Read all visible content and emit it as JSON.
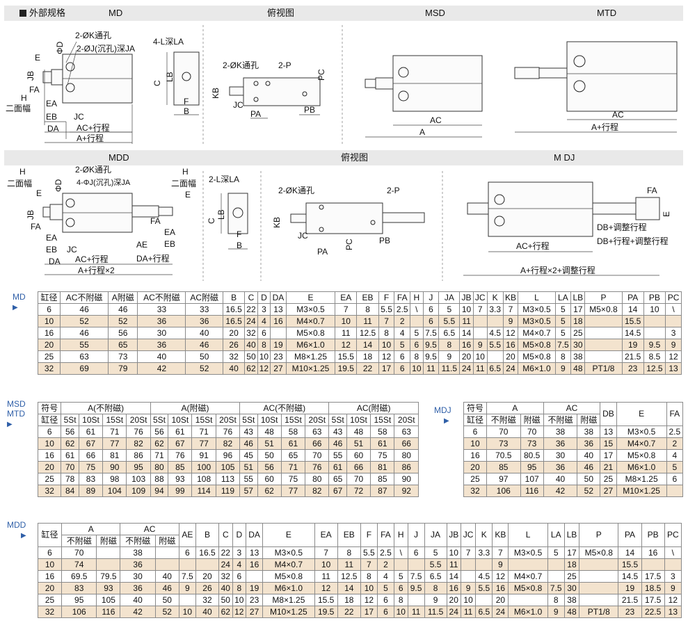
{
  "sections": {
    "top_title": "外部规格",
    "md": "MD",
    "top_view": "俯视图",
    "msd": "MSD",
    "mtd": "MTD",
    "mdd": "MDD",
    "mid_view": "俯视图",
    "mdj": "M DJ"
  },
  "labels": {
    "k_through": "2-ØK通孔",
    "j_counter": "2-ØJ(沉孔)深JA",
    "l_deep4": "4-L深LA",
    "two_p": "2-P",
    "mdd_counter": "4-ΦJ(沉孔)深JA",
    "l_deep2": "2-L深LA",
    "E": "E",
    "JB": "JB",
    "FA": "FA",
    "H": "H",
    "face_width": "二面幅",
    "EA": "EA",
    "EB": "EB",
    "DA": "DA",
    "JC": "JC",
    "PHI_D": "ΦD",
    "ac_stroke": "AC+行程",
    "a_stroke": "A+行程",
    "C": "C",
    "LB": "LB",
    "F": "F",
    "B": "B",
    "KB": "KB",
    "PC": "PC",
    "PA": "PA",
    "PB": "PB",
    "AC": "AC",
    "A": "A",
    "AE": "AE",
    "DA_stroke": "DA+行程",
    "a_stroke2": "A+行程×2",
    "DB_adj": "DB+调整行程",
    "DB_stroke_adj": "DB+行程+调整行程",
    "a_stroke2_adj": "A+行程×2+调整行程"
  },
  "side_labels": {
    "md": "MD",
    "msd": "MSD",
    "mtd": "MTD",
    "mdj": "MDJ",
    "mdd": "MDD",
    "tri": "▶"
  },
  "md_table": {
    "header": [
      "缸径",
      "AC不附磁",
      "A附磁",
      "AC不附磁",
      "AC附磁",
      "B",
      "C",
      "D",
      "DA",
      "E",
      "EA",
      "EB",
      "F",
      "FA",
      "H",
      "J",
      "JA",
      "JB",
      "JC",
      "K",
      "KB",
      "L",
      "LA",
      "LB",
      "P",
      "PA",
      "PB",
      "PC"
    ],
    "rows": [
      [
        "6",
        "46",
        "46",
        "33",
        "33",
        "16.5",
        "22",
        "3",
        "13",
        "M3×0.5",
        "7",
        "8",
        "5.5",
        "2.5",
        "\\",
        "6",
        "5",
        "10",
        "7",
        "3.3",
        "7",
        "M3×0.5",
        "5",
        "17",
        "M5×0.8",
        "14",
        "10",
        "\\"
      ],
      [
        "10",
        "52",
        "52",
        "36",
        "36",
        "16.5",
        "24",
        "4",
        "16",
        "M4×0.7",
        "10",
        "11",
        "7",
        "2",
        "",
        "6",
        "5.5",
        "11",
        "",
        "",
        "9",
        "M3×0.5",
        "5",
        "18",
        "",
        "15.5",
        "",
        ""
      ],
      [
        "16",
        "46",
        "56",
        "30",
        "40",
        "20",
        "32",
        "6",
        "",
        "M5×0.8",
        "11",
        "12.5",
        "8",
        "4",
        "5",
        "7.5",
        "6.5",
        "14",
        "",
        "4.5",
        "12",
        "M4×0.7",
        "5",
        "25",
        "",
        "14.5",
        "",
        "3"
      ],
      [
        "20",
        "55",
        "65",
        "36",
        "46",
        "26",
        "40",
        "8",
        "19",
        "M6×1.0",
        "12",
        "14",
        "10",
        "5",
        "6",
        "9.5",
        "8",
        "16",
        "9",
        "5.5",
        "16",
        "M5×0.8",
        "7.5",
        "30",
        "",
        "19",
        "9.5",
        "9"
      ],
      [
        "25",
        "63",
        "73",
        "40",
        "50",
        "32",
        "50",
        "10",
        "23",
        "M8×1.25",
        "15.5",
        "18",
        "12",
        "6",
        "8",
        "9.5",
        "9",
        "20",
        "10",
        "",
        "20",
        "M5×0.8",
        "8",
        "38",
        "",
        "21.5",
        "8.5",
        "12"
      ],
      [
        "32",
        "69",
        "79",
        "42",
        "52",
        "40",
        "62",
        "12",
        "27",
        "M10×1.25",
        "19.5",
        "22",
        "17",
        "6",
        "10",
        "11",
        "11.5",
        "24",
        "11",
        "6.5",
        "24",
        "M6×1.0",
        "9",
        "48",
        "PT1/8",
        "23",
        "12.5",
        "13"
      ]
    ]
  },
  "msd_table": {
    "h_sym": "符号",
    "h_bore": "缸径",
    "groups": [
      "A(不附磁)",
      "A(附磁)",
      "AC(不附磁)",
      "AC(附磁)"
    ],
    "subs": [
      "5St",
      "10St",
      "15St",
      "20St"
    ],
    "rows": [
      [
        "6",
        "56",
        "61",
        "71",
        "76",
        "56",
        "61",
        "71",
        "76",
        "43",
        "48",
        "58",
        "63",
        "43",
        "48",
        "58",
        "63"
      ],
      [
        "10",
        "62",
        "67",
        "77",
        "82",
        "62",
        "67",
        "77",
        "82",
        "46",
        "51",
        "61",
        "66",
        "46",
        "51",
        "61",
        "66"
      ],
      [
        "16",
        "61",
        "66",
        "81",
        "86",
        "71",
        "76",
        "91",
        "96",
        "45",
        "50",
        "65",
        "70",
        "55",
        "60",
        "75",
        "80"
      ],
      [
        "20",
        "70",
        "75",
        "90",
        "95",
        "80",
        "85",
        "100",
        "105",
        "51",
        "56",
        "71",
        "76",
        "61",
        "66",
        "81",
        "86"
      ],
      [
        "25",
        "78",
        "83",
        "98",
        "103",
        "88",
        "93",
        "108",
        "113",
        "55",
        "60",
        "75",
        "80",
        "65",
        "70",
        "85",
        "90"
      ],
      [
        "32",
        "84",
        "89",
        "104",
        "109",
        "94",
        "99",
        "114",
        "119",
        "57",
        "62",
        "77",
        "82",
        "67",
        "72",
        "87",
        "92"
      ]
    ]
  },
  "mdj_table": {
    "h_sym": "符号",
    "h_bore": "缸径",
    "h_A": "A",
    "h_AC": "AC",
    "h_DB": "DB",
    "h_E": "E",
    "h_FA": "FA",
    "subs": [
      "不附磁",
      "附磁",
      "不附磁",
      "附磁"
    ],
    "rows": [
      [
        "6",
        "70",
        "70",
        "38",
        "38",
        "13",
        "M3×0.5",
        "2.5"
      ],
      [
        "10",
        "73",
        "73",
        "36",
        "36",
        "15",
        "M4×0.7",
        "2"
      ],
      [
        "16",
        "70.5",
        "80.5",
        "30",
        "40",
        "17",
        "M5×0.8",
        "4"
      ],
      [
        "20",
        "85",
        "95",
        "36",
        "46",
        "21",
        "M6×1.0",
        "5"
      ],
      [
        "25",
        "97",
        "107",
        "40",
        "50",
        "25",
        "M8×1.25",
        "6"
      ],
      [
        "32",
        "106",
        "116",
        "42",
        "52",
        "27",
        "M10×1.25",
        ""
      ]
    ]
  },
  "mdd_table": {
    "h_bore": "缸径",
    "h_A": "A",
    "h_AC": "AC",
    "subs": [
      "不附磁",
      "附磁",
      "不附磁",
      "附磁"
    ],
    "cols": [
      "AE",
      "B",
      "C",
      "D",
      "DA",
      "E",
      "EA",
      "EB",
      "F",
      "FA",
      "H",
      "J",
      "JA",
      "JB",
      "JC",
      "K",
      "KB",
      "L",
      "LA",
      "LB",
      "P",
      "PA",
      "PB",
      "PC"
    ],
    "rows": [
      [
        "6",
        "70",
        "",
        "38",
        "",
        "6",
        "16.5",
        "22",
        "3",
        "13",
        "M3×0.5",
        "7",
        "8",
        "5.5",
        "2.5",
        "\\",
        "6",
        "5",
        "10",
        "7",
        "3.3",
        "7",
        "M3×0.5",
        "5",
        "17",
        "M5×0.8",
        "14",
        "16",
        "\\"
      ],
      [
        "10",
        "74",
        "",
        "36",
        "",
        "",
        "",
        "24",
        "4",
        "16",
        "M4×0.7",
        "10",
        "11",
        "7",
        "2",
        "",
        "",
        "5.5",
        "11",
        "",
        "",
        "9",
        "",
        "",
        "18",
        "",
        "15.5",
        "",
        ""
      ],
      [
        "16",
        "69.5",
        "79.5",
        "30",
        "40",
        "7.5",
        "20",
        "32",
        "6",
        "",
        "M5×0.8",
        "11",
        "12.5",
        "8",
        "4",
        "5",
        "7.5",
        "6.5",
        "14",
        "",
        "4.5",
        "12",
        "M4×0.7",
        "",
        "25",
        "",
        "14.5",
        "17.5",
        "3"
      ],
      [
        "20",
        "83",
        "93",
        "36",
        "46",
        "9",
        "26",
        "40",
        "8",
        "19",
        "M6×1.0",
        "12",
        "14",
        "10",
        "5",
        "6",
        "9.5",
        "8",
        "16",
        "9",
        "5.5",
        "16",
        "M5×0.8",
        "7.5",
        "30",
        "",
        "19",
        "18.5",
        "9"
      ],
      [
        "25",
        "95",
        "105",
        "40",
        "50",
        "",
        "32",
        "50",
        "10",
        "23",
        "M8×1.25",
        "15.5",
        "18",
        "12",
        "6",
        "8",
        "",
        "9",
        "20",
        "10",
        "",
        "20",
        "",
        "8",
        "38",
        "",
        "21.5",
        "17.5",
        "12"
      ],
      [
        "32",
        "106",
        "116",
        "42",
        "52",
        "10",
        "40",
        "62",
        "12",
        "27",
        "M10×1.25",
        "19.5",
        "22",
        "17",
        "6",
        "10",
        "11",
        "11.5",
        "24",
        "11",
        "6.5",
        "24",
        "M6×1.0",
        "9",
        "48",
        "PT1/8",
        "23",
        "22.5",
        "13"
      ]
    ]
  }
}
